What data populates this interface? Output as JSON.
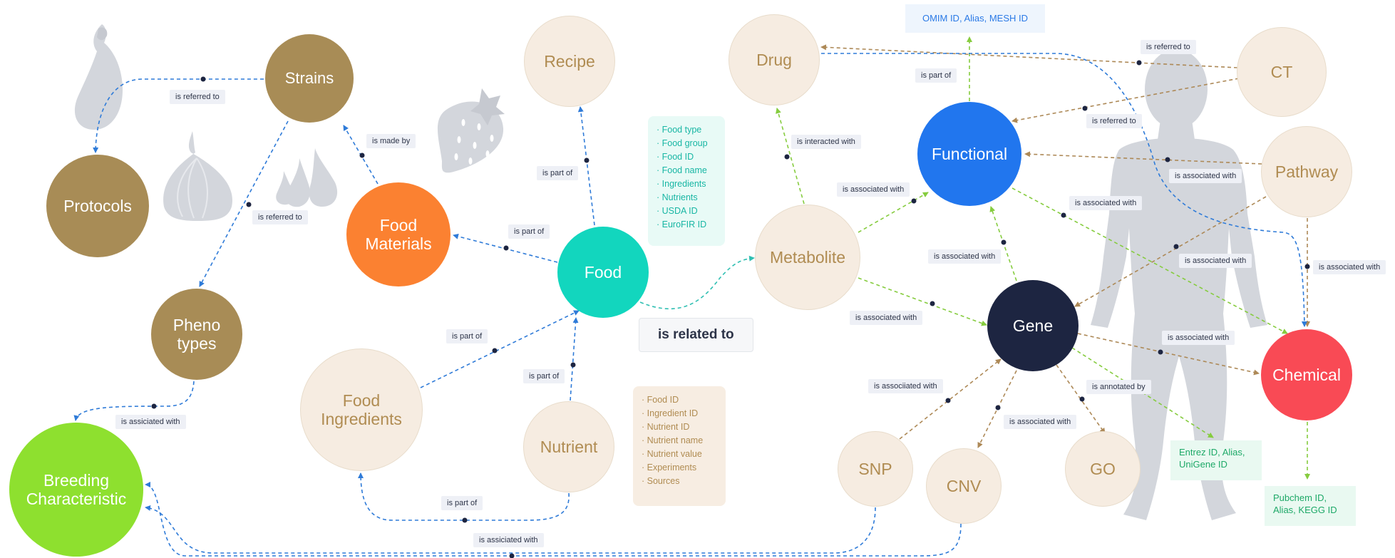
{
  "colors": {
    "brown": "#a88c56",
    "beige_fill": "#f6ece1",
    "beige_text": "#b08c52",
    "orange": "#fb8131",
    "teal": "#12d6be",
    "green": "#8ee02f",
    "blue": "#2176ee",
    "navy": "#1d2541",
    "red": "#f94a55",
    "edge_blue": "#2f7bd8",
    "edge_green": "#86cc3f",
    "edge_brown": "#ad8957",
    "edge_teal": "#2fbfb2",
    "silhouette": "#d3d6dc"
  },
  "icons": [
    "eggplant-icon",
    "garlic-icon",
    "garlic-cloves-icon",
    "strawberry-icon",
    "human-body-icon"
  ],
  "nodes": {
    "strains": "Strains",
    "protocols": "Protocols",
    "phenotypes": "Pheno\ntypes",
    "breeding": "Breeding\nCharacteristic",
    "food_materials": "Food\nMaterials",
    "recipe": "Recipe",
    "food": "Food",
    "food_ingredients": "Food\nIngredients",
    "nutrient": "Nutrient",
    "metabolite": "Metabolite",
    "drug": "Drug",
    "functional": "Functional",
    "gene": "Gene",
    "snp": "SNP",
    "cnv": "CNV",
    "go": "GO",
    "ct": "CT",
    "pathway": "Pathway",
    "chemical": "Chemical"
  },
  "edge_labels": {
    "strains_protocols": "is referred to",
    "strains_phenotypes": "is referred to",
    "materials_strains": "is made by",
    "phenotypes_breeding": "is assiciated with",
    "food_materials": "is part of",
    "food_recipe": "is part of",
    "ingredients_food": "is part of",
    "nutrient_food": "is part of",
    "nutrient_ingredients": "is part of",
    "bottom_breeding": "is assiciated with",
    "food_metabolite": "is related to",
    "metabolite_drug": "is interacted with",
    "metabolite_functional": "is associated with",
    "metabolite_gene": "is associated with",
    "gene_functional": "is associated with",
    "functional_omim": "is part of",
    "ct_drug": "is referred to",
    "ct_functional": "is referred to",
    "pathway_functional": "is associated with",
    "functional_chemical": "is associated with",
    "pathway_gene": "is associated with",
    "pathway_chemical": "is associated with",
    "gene_chemical": "is associated with",
    "snp_gene": "is associiated with",
    "gene_cnv": "is associated with",
    "gene_entrez": "is annotated by"
  },
  "info_food": {
    "items": [
      "Food type",
      "Food group",
      "Food ID",
      "Food name",
      "Ingredients",
      "Nutrients",
      "USDA ID",
      "EuroFIR ID"
    ]
  },
  "info_nutrient": {
    "items": [
      "Food ID",
      "Ingredient ID",
      "Nutrient ID",
      "Nutrient name",
      "Nutrient value",
      "Experiments",
      "Sources"
    ]
  },
  "id_boxes": {
    "omim": "OMIM ID, Alias, MESH ID",
    "entrez": "Entrez ID, Alias,\nUniGene ID",
    "pubchem": "Pubchem ID,\nAlias, KEGG ID"
  }
}
